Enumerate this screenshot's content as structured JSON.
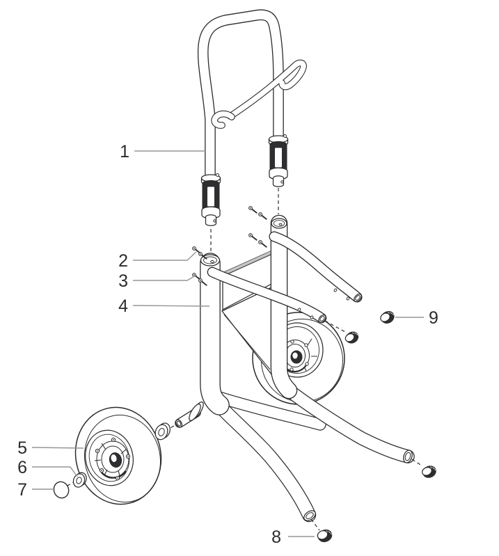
{
  "diagram": {
    "type": "exploded-parts-diagram",
    "description": "Black-and-white isometric line drawing of a two-wheel cart frame with handle, shown exploded with numbered callouts",
    "colors": {
      "line": "#2b2b2e",
      "leader_line": "#939598",
      "background": "#ffffff"
    },
    "callouts": [
      {
        "label": "1"
      },
      {
        "label": "2"
      },
      {
        "label": "3"
      },
      {
        "label": "4"
      },
      {
        "label": "5"
      },
      {
        "label": "6"
      },
      {
        "label": "7"
      },
      {
        "label": "8"
      },
      {
        "label": "9"
      }
    ]
  }
}
